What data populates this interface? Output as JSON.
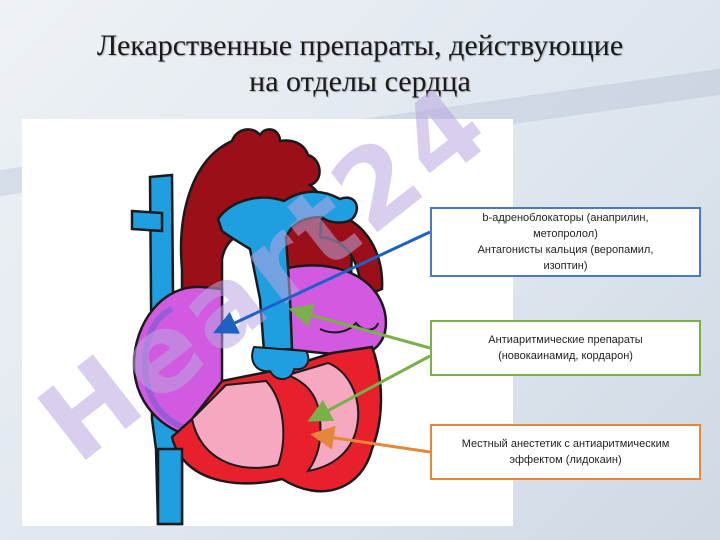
{
  "slide": {
    "title_line1": "Лекарственные препараты, действующие",
    "title_line2": "на отделы сердца"
  },
  "callouts": {
    "blue": {
      "line1": "b-адреноблокаторы (анаприлин,",
      "line2": "метопролол)",
      "line3": "Антагонисты кальция (веропамил,",
      "line4": "изоптин)",
      "color": "#4a78c4"
    },
    "green": {
      "line1": "Антиаритмические препараты",
      "line2": "(новокаинамид, кордарон)",
      "color": "#7ab04a"
    },
    "orange": {
      "line1": "Местный анестетик с антиаритмическим",
      "line2": "эффектом (лидокаин)",
      "color": "#e4873a"
    }
  },
  "watermark": {
    "text": "Heart24",
    "color": "#b9a6e0"
  },
  "heart_colors": {
    "aorta": "#9b1018",
    "vena_cava": "#1f9ee0",
    "atria": "#d25ae0",
    "ventricle_wall": "#e8202c",
    "ventricle_inner": "#f5a8c0"
  }
}
